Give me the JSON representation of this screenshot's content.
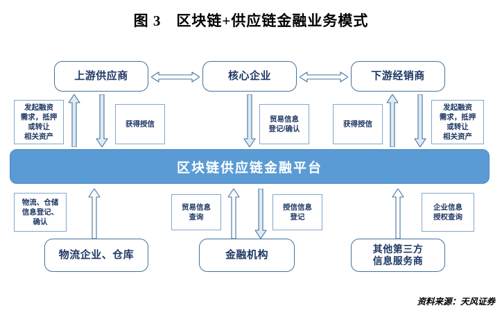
{
  "figure": {
    "title": "图 3　区块链+供应链金融业务模式",
    "source": "资料来源：天风证券"
  },
  "colors": {
    "platform_fill": "#5B9BD5",
    "entity_border": "#41719C",
    "text_navy": "#1F3864",
    "label_border": "#7FA6CE",
    "arrow_stroke": "#41719C",
    "arrow_fill": "#DEEAF6"
  },
  "top_entities": [
    {
      "id": "upstream-supplier",
      "label": "上游供应商"
    },
    {
      "id": "core-enterprise",
      "label": "核心企业"
    },
    {
      "id": "downstream-distributor",
      "label": "下游经销商"
    }
  ],
  "platform": {
    "id": "blockchain-platform",
    "label": "区块链供应链金融平台"
  },
  "bottom_entities": [
    {
      "id": "logistics-warehouse",
      "label": "物流企业、仓库"
    },
    {
      "id": "financial-institution",
      "label": "金融机构"
    },
    {
      "id": "third-party-info",
      "label": "其他第三方\n信息服务商"
    }
  ],
  "upper_labels": [
    {
      "id": "initiate-financing-left",
      "text": "发起融资\n需求，抵押\n或转让\n相关资产"
    },
    {
      "id": "obtain-credit-left",
      "text": "获得授信"
    },
    {
      "id": "trade-info-registration",
      "text": "贸易信息\n登记/确认"
    },
    {
      "id": "obtain-credit-right",
      "text": "获得授信"
    },
    {
      "id": "initiate-financing-right",
      "text": "发起融资\n需求，抵押\n或转让\n相关资产"
    }
  ],
  "lower_labels": [
    {
      "id": "logistics-info-registration",
      "text": "物流、仓储\n信息登记、\n确认"
    },
    {
      "id": "trade-info-query",
      "text": "贸易信息\n查询"
    },
    {
      "id": "credit-info-registration",
      "text": "授信信息\n登记"
    },
    {
      "id": "enterprise-info-query",
      "text": "企业信息\n授权查询"
    }
  ],
  "connectors": [
    {
      "id": "upstream-to-core",
      "direction": "bidirectional-horizontal"
    },
    {
      "id": "core-to-downstream",
      "direction": "bidirectional-horizontal"
    },
    {
      "id": "upstream-up-to-platform",
      "direction": "up"
    },
    {
      "id": "upstream-down-from-platform",
      "direction": "down"
    },
    {
      "id": "core-down-to-platform",
      "direction": "down"
    },
    {
      "id": "downstream-up-to-platform",
      "direction": "up"
    },
    {
      "id": "downstream-down-from-platform",
      "direction": "down"
    },
    {
      "id": "logistics-up-to-platform",
      "direction": "up"
    },
    {
      "id": "finance-up-to-platform",
      "direction": "up"
    },
    {
      "id": "finance-down-from-platform",
      "direction": "down"
    },
    {
      "id": "thirdparty-up-to-platform",
      "direction": "up"
    }
  ]
}
